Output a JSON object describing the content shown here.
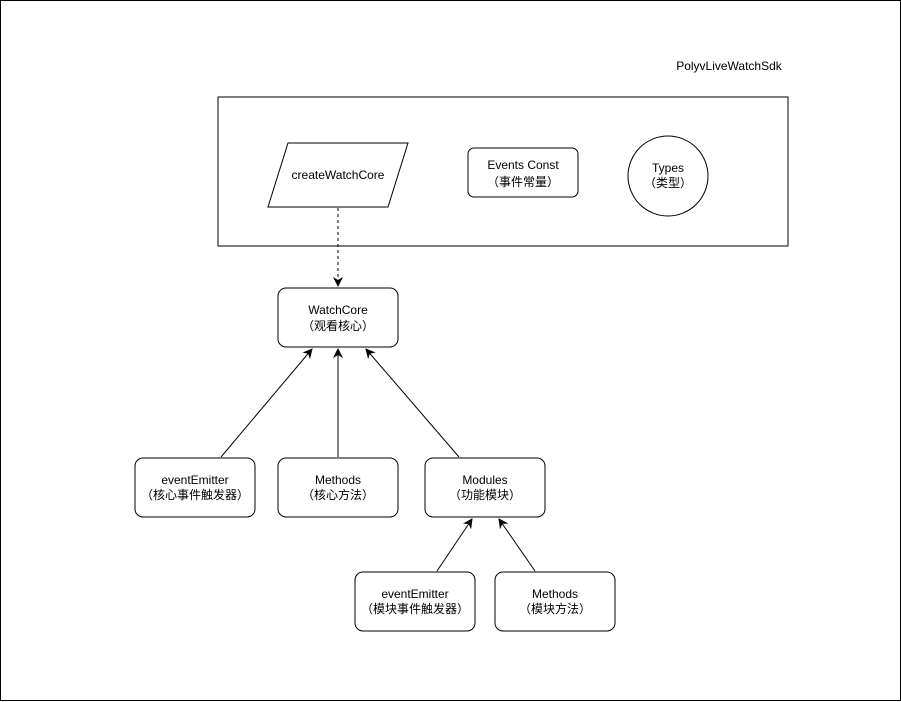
{
  "package": {
    "label": "PolyvLiveWatchSdk"
  },
  "nodes": {
    "create_watch_core": {
      "label": "createWatchCore"
    },
    "events_const": {
      "line1": "Events Const",
      "line2": "（事件常量）"
    },
    "types": {
      "line1": "Types",
      "line2": "（类型）"
    },
    "watch_core": {
      "line1": "WatchCore",
      "line2": "（观看核心）"
    },
    "core_event_emitter": {
      "line1": "eventEmitter",
      "line2": "（核心事件触发器）"
    },
    "core_methods": {
      "line1": "Methods",
      "line2": "（核心方法）"
    },
    "modules": {
      "line1": "Modules",
      "line2": "（功能模块）"
    },
    "module_event_emitter": {
      "line1": "eventEmitter",
      "line2": "（模块事件触发器）"
    },
    "module_methods": {
      "line1": "Methods",
      "line2": "（模块方法）"
    }
  }
}
